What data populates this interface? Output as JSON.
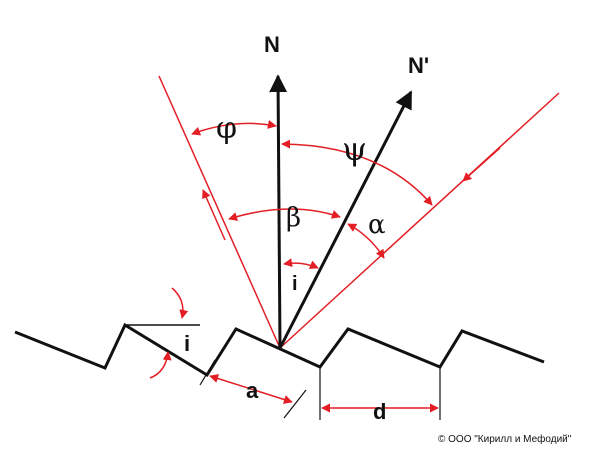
{
  "labels": {
    "normal": "N",
    "normal_prime": "N'",
    "phi": "φ",
    "psi": "ψ",
    "beta": "β",
    "alpha": "α",
    "i_center": "i",
    "i_left": "i",
    "a": "a",
    "d": "d"
  },
  "copyright": "© ООО \"Кирилл и Мефодий\"",
  "colors": {
    "black": "#111111",
    "red": "#e31e24"
  }
}
